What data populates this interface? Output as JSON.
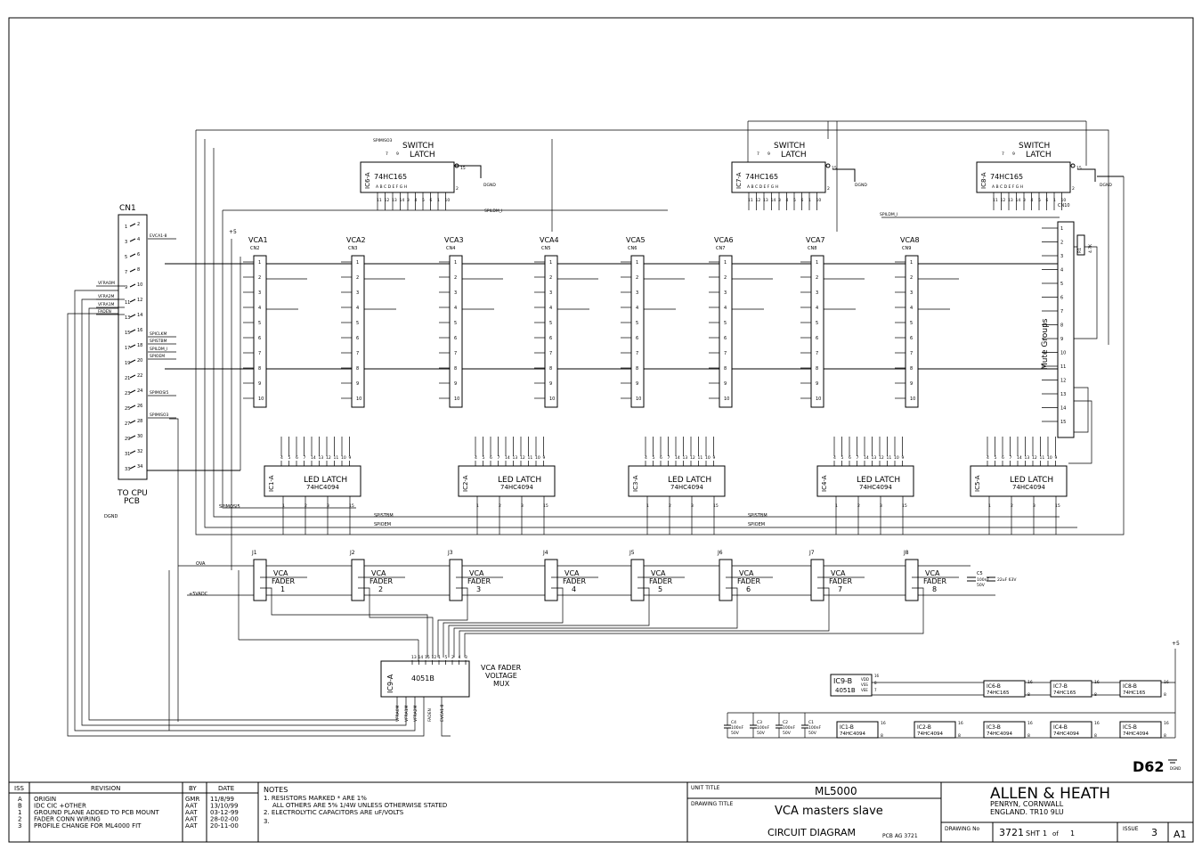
{
  "connector": {
    "ref": "CN1",
    "caption": [
      "TO CPU",
      "PCB"
    ],
    "ground": "DGND",
    "pins_left": [
      "1",
      "3",
      "5",
      "7",
      "9",
      "11",
      "13",
      "15",
      "17",
      "19",
      "21",
      "23",
      "25",
      "27",
      "29",
      "31",
      "33"
    ],
    "pins_right": [
      "2",
      "4",
      "6",
      "8",
      "10",
      "12",
      "14",
      "16",
      "18",
      "20",
      "22",
      "24",
      "26",
      "28",
      "30",
      "32",
      "34"
    ],
    "signals": [
      {
        "pin": "2",
        "label": "EVCA1-8"
      },
      {
        "pin": "9",
        "label": "VFRAOM"
      },
      {
        "pin": "11",
        "label": "VFRA2M"
      },
      {
        "pin": "13",
        "label": "VFRA1M"
      },
      {
        "pin": "15",
        "label": "FADEN"
      },
      {
        "pin": "16",
        "label": "SPICLKM"
      },
      {
        "pin": "18",
        "label": "SPISTBM"
      },
      {
        "pin": "20",
        "label": "SPILDM_I"
      },
      {
        "pin": "19",
        "label": "SPIOEM"
      },
      {
        "pin": "24",
        "label": "SPIMOSI5"
      },
      {
        "pin": "28",
        "label": "SPIMISO3"
      }
    ]
  },
  "switch_latches": [
    {
      "ref": "IC6-A",
      "title": [
        "SWITCH",
        "LATCH"
      ],
      "part": "74HC165",
      "bits": "A B C D E F G H",
      "pins": [
        "11",
        "12",
        "13",
        "14",
        "3",
        "4",
        "5",
        "6",
        "1",
        "10"
      ]
    },
    {
      "ref": "IC7-A",
      "title": [
        "SWITCH",
        "LATCH"
      ],
      "part": "74HC165",
      "bits": "A B C D E F G H",
      "pins": [
        "11",
        "12",
        "13",
        "14",
        "3",
        "4",
        "5",
        "6",
        "1",
        "10"
      ]
    },
    {
      "ref": "IC8-A",
      "title": [
        "SWITCH",
        "LATCH"
      ],
      "part": "74HC165",
      "bits": "A B C D E F G H",
      "pins": [
        "11",
        "12",
        "13",
        "14",
        "3",
        "4",
        "5",
        "6",
        "1",
        "10"
      ]
    }
  ],
  "latch_side": {
    "top": "7",
    "mid": "15",
    "bot": "2",
    "extra": "9"
  },
  "latch_nets": {
    "spimiso3": "SPIMISO3",
    "spildm": "SPILDM_I",
    "dgnd": "DGND"
  },
  "vca_connectors": [
    {
      "label": "VCA1",
      "ref": "CN2"
    },
    {
      "label": "VCA2",
      "ref": "CN3"
    },
    {
      "label": "VCA3",
      "ref": "CN4"
    },
    {
      "label": "VCA4",
      "ref": "CN5"
    },
    {
      "label": "VCA5",
      "ref": "CN6"
    },
    {
      "label": "VCA6",
      "ref": "CN7"
    },
    {
      "label": "VCA7",
      "ref": "CN8"
    },
    {
      "label": "VCA8",
      "ref": "CN9"
    }
  ],
  "conn_pins": [
    "1",
    "2",
    "3",
    "4",
    "5",
    "6",
    "7",
    "8",
    "9",
    "10"
  ],
  "supply": "+5",
  "led_latches": [
    {
      "ref": "IC1-A",
      "title": "LED LATCH",
      "part": "74HC4094"
    },
    {
      "ref": "IC2-A",
      "title": "LED LATCH",
      "part": "74HC4094"
    },
    {
      "ref": "IC3-A",
      "title": "LED LATCH",
      "part": "74HC4094"
    },
    {
      "ref": "IC4-A",
      "title": "LED LATCH",
      "part": "74HC4094"
    },
    {
      "ref": "IC5-A",
      "title": "LED LATCH",
      "part": "74HC4094"
    }
  ],
  "led_pins_top": [
    "4",
    "5",
    "6",
    "7",
    "14",
    "13",
    "12",
    "11",
    "10",
    "9"
  ],
  "led_pins_bottom": [
    "1",
    "2",
    "3",
    "15"
  ],
  "buses": {
    "spimosi": "SPIMOSI5",
    "spistbm": "SPISTBM",
    "spioem": "SPIOEM",
    "ova": "OVA",
    "plus5vadc": "+5VADC"
  },
  "faders": [
    {
      "ref": "J1",
      "label": [
        "VCA",
        "FADER",
        "1"
      ]
    },
    {
      "ref": "J2",
      "label": [
        "VCA",
        "FADER",
        "2"
      ]
    },
    {
      "ref": "J3",
      "label": [
        "VCA",
        "FADER",
        "3"
      ]
    },
    {
      "ref": "J4",
      "label": [
        "VCA",
        "FADER",
        "4"
      ]
    },
    {
      "ref": "J5",
      "label": [
        "VCA",
        "FADER",
        "5"
      ]
    },
    {
      "ref": "J6",
      "label": [
        "VCA",
        "FADER",
        "6"
      ]
    },
    {
      "ref": "J7",
      "label": [
        "VCA",
        "FADER",
        "7"
      ]
    },
    {
      "ref": "J8",
      "label": [
        "VCA",
        "FADER",
        "8"
      ]
    }
  ],
  "fader_cap": {
    "ref": "C5",
    "value": "100nF",
    "voltage": "50V",
    "extra": "22uF 63V"
  },
  "mux": {
    "ref": "IC9-A",
    "part": "4051B",
    "title": [
      "VCA FADER",
      "VOLTAGE",
      "MUX"
    ],
    "pins_top": [
      "13",
      "14",
      "15",
      "12",
      "1",
      "5",
      "2",
      "4",
      "3"
    ],
    "pins_bottom": [
      "VFRA0M",
      "VFRA1M",
      "VFRA2M",
      "FADEN",
      "EVCA1-8"
    ]
  },
  "mute": {
    "label": "Mute Groups",
    "ref": "CN10",
    "resistor": "R1",
    "rvalue": "4.7K",
    "pins": [
      "1",
      "2",
      "3",
      "4",
      "5",
      "6",
      "7",
      "8",
      "9",
      "10",
      "11",
      "12",
      "13",
      "14",
      "15"
    ]
  },
  "power": {
    "supply": "+5",
    "ic9b": {
      "ref": "IC9-B",
      "part": "4051B",
      "pins": [
        "VDD",
        "VSS",
        "VEE"
      ],
      "pinnums": [
        "16",
        "8",
        "7"
      ]
    },
    "top_row": [
      {
        "ref": "IC6-B",
        "part": "74HC165"
      },
      {
        "ref": "IC7-B",
        "part": "74HC165"
      },
      {
        "ref": "IC8-B",
        "part": "74HC165"
      }
    ],
    "bottom_row": [
      {
        "ref": "IC1-B",
        "part": "74HC4094"
      },
      {
        "ref": "IC2-B",
        "part": "74HC4094"
      },
      {
        "ref": "IC3-B",
        "part": "74HC4094"
      },
      {
        "ref": "IC4-B",
        "part": "74HC4094"
      },
      {
        "ref": "IC5-B",
        "part": "74HC4094"
      }
    ],
    "pin_top": "16",
    "pin_bottom": "8",
    "caps": [
      {
        "ref": "C4",
        "value": "100nF",
        "voltage": "50V"
      },
      {
        "ref": "C3",
        "value": "100nF",
        "voltage": "50V"
      },
      {
        "ref": "C2",
        "value": "100nF",
        "voltage": "50V"
      },
      {
        "ref": "C1",
        "value": "100nF",
        "voltage": "50V"
      }
    ]
  },
  "sheet_code": "D62",
  "dgnd": "DGND",
  "title_block": {
    "iss_header": "ISS",
    "revision_header": "REVISION",
    "by_header": "BY",
    "date_header": "DATE",
    "revisions": [
      {
        "iss": "A",
        "text": "ORIGIN",
        "by": "GMR",
        "date": "11/8/99"
      },
      {
        "iss": "B",
        "text": "IDC CIC +OTHER",
        "by": "AAT",
        "date": "13/10/99"
      },
      {
        "iss": "1",
        "text": "GROUND PLANE ADDED TO PCB MOUNT",
        "by": "AAT",
        "date": "03-12-99"
      },
      {
        "iss": "2",
        "text": "FADER CONN WIRING",
        "by": "AAT",
        "date": "28-02-00"
      },
      {
        "iss": "3",
        "text": "PROFILE CHANGE FOR ML4000 FIT",
        "by": "AAT",
        "date": "20-11-00"
      }
    ],
    "notes_title": "NOTES",
    "notes": [
      "1. RESISTORS MARKED * ARE 1%",
      "ALL OTHERS ARE 5% 1/4W UNLESS OTHERWISE STATED",
      "2. ELECTROLYTIC CAPACITORS ARE uF/VOLTS",
      "3."
    ],
    "unit_title_label": "UNIT TITLE",
    "unit_title": "ML5000",
    "drawing_title_label": "DRAWING TITLE",
    "drawing_title": "VCA masters slave",
    "diagram_type": "CIRCUIT DIAGRAM",
    "pcb": "PCB AG 3721",
    "company": "ALLEN & HEATH",
    "address": [
      "PENRYN, CORNWALL",
      "ENGLAND. TR10 9LU"
    ],
    "drawing_no_label": "DRAWING No",
    "drawing_no": "3721",
    "sheet_label": "SHT",
    "sheet": "1",
    "of_label": "of",
    "of": "1",
    "issue_label": "ISSUE",
    "issue": "3",
    "size": "A1"
  }
}
